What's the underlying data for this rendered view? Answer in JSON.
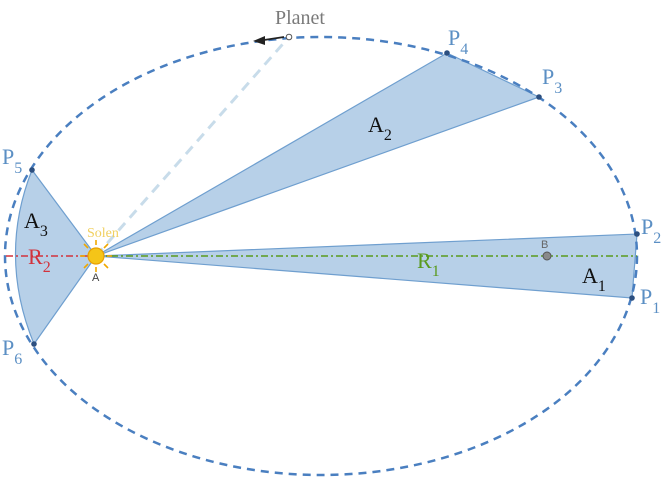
{
  "diagram": {
    "planet_label": "Planet",
    "sun_label": "Solen",
    "focus_label": "A",
    "center_label": "B",
    "points": {
      "p1": {
        "base": "P",
        "sub": "1"
      },
      "p2": {
        "base": "P",
        "sub": "2"
      },
      "p3": {
        "base": "P",
        "sub": "3"
      },
      "p4": {
        "base": "P",
        "sub": "4"
      },
      "p5": {
        "base": "P",
        "sub": "5"
      },
      "p6": {
        "base": "P",
        "sub": "6"
      }
    },
    "areas": {
      "a1": {
        "base": "A",
        "sub": "1"
      },
      "a2": {
        "base": "A",
        "sub": "2"
      },
      "a3": {
        "base": "A",
        "sub": "3"
      }
    },
    "radii": {
      "r1": {
        "base": "R",
        "sub": "1"
      },
      "r2": {
        "base": "R",
        "sub": "2"
      }
    },
    "colors": {
      "orbit": "#4a7fc0",
      "sector_fill": "#b7d0e8",
      "sector_stroke": "#6f9fcf",
      "point_label": "#5b8fc4",
      "r1": "#5a9a1e",
      "r2": "#d2323c",
      "sun": "#f5c518",
      "sun_label": "#f0d060",
      "planet_label": "#7a7a7a",
      "planet_line": "#c8dcea"
    }
  }
}
